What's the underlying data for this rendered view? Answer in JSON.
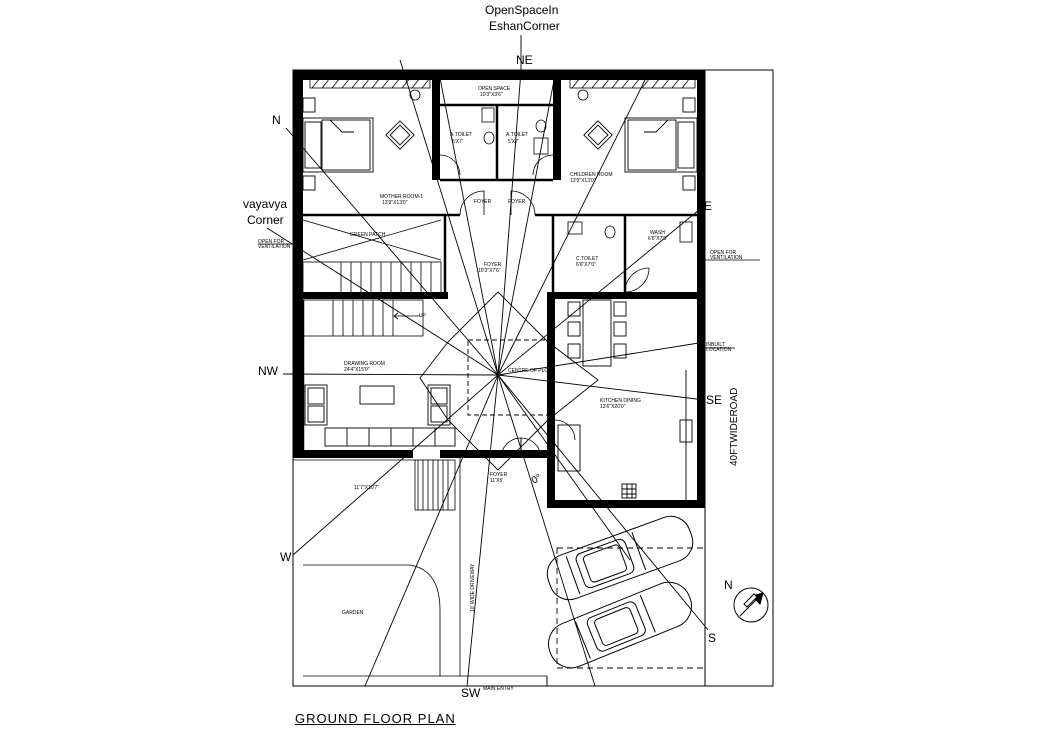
{
  "directions": {
    "open_space_line1": "OpenSpaceIn",
    "open_space_line2": "EshanCorner",
    "ne": "NE",
    "n": "N",
    "vayavya_line1": "vayavya",
    "vayavya_line2": "Corner",
    "e": "E",
    "nw": "NW",
    "se": "SE",
    "w": "W",
    "s": "S",
    "sw": "SW"
  },
  "rooms": {
    "open_terrace": "OPEN SPACE",
    "open_terrace_size": "10'3\"X3'6\"",
    "a_toilet_1": "A.TOILET",
    "a_toilet_1_size": "5'X7'",
    "a_toilet_2": "A.TOILET",
    "a_toilet_2_size": "5'X7'",
    "mother_room": "MOTHER ROOM-1",
    "mother_room_size": "13'9\"X13'0\"",
    "children_room": "CHILDREN ROOM",
    "children_room_size": "13'9\"X13'0\"",
    "foyer_left": "FOYER",
    "foyer_right": "FOYER",
    "green_patch": "GREEN PATCH",
    "foyer_center": "FOYER",
    "foyer_center_size": "10'3\"X7'6\"",
    "c_toilet": "C.TOILET",
    "c_toilet_size": "6'6\"X7'0\"",
    "wash": "WASH",
    "wash_size": "6'6\"X7'0\"",
    "drawing_room": "DRAWING ROOM",
    "drawing_room_size": "24'4\"X15'0\"",
    "kitchen": "KITCHEN DINING",
    "kitchen_size": "13'6\"X20'0\"",
    "foyer_bottom": "FOYER",
    "foyer_bottom_size": "11'X5'",
    "porch_size": "11'7\"X10'7\"",
    "garden": "GARDEN",
    "driveway": "10' WIDE DRIVEWAY",
    "main_entry": "MAIN ENTRY",
    "up": "UP",
    "brahmasthan": "CENTRE OF PLOT",
    "degree": "0°"
  },
  "notes": {
    "open_ventilation_left": "OPEN FOR VENTILATION",
    "open_ventilation_right": "OPEN FOR VENTILATION",
    "inbuilt_location": "INBUILT LOCATION",
    "road": "40FTWIDEROAD",
    "north_arrow": "N"
  },
  "title": "GROUND FLOOR PLAN"
}
